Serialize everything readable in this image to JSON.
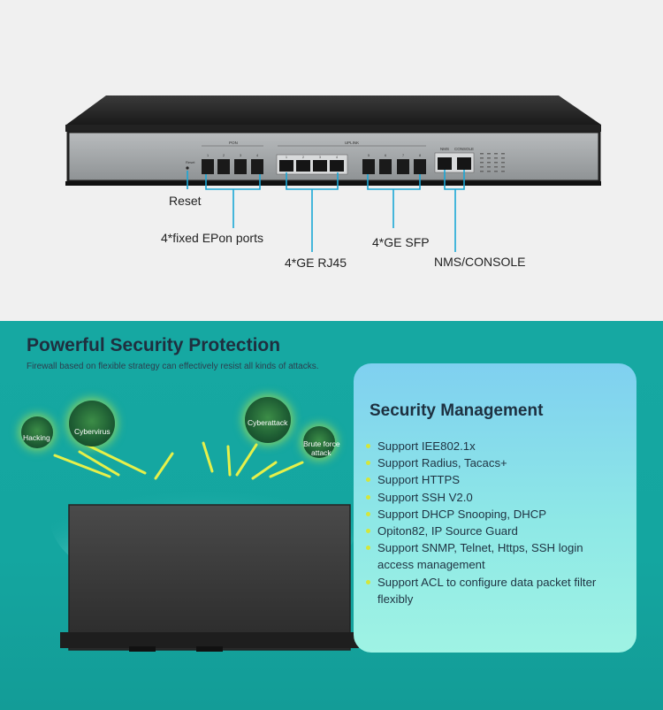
{
  "callouts": {
    "reset": "Reset",
    "epon": "4*fixed EPon ports",
    "rj45": "4*GE RJ45",
    "sfp": "4*GE SFP",
    "nms": "NMS/CONSOLE"
  },
  "panel_labels": {
    "reset_small": "Reset",
    "pon": "PON",
    "uplink": "UPLINK",
    "nms": "NMS",
    "console": "CONSOLE",
    "pon_ports": [
      "1",
      "2",
      "3",
      "4"
    ],
    "rj45_ports": [
      "1",
      "2",
      "3",
      "4"
    ],
    "sfp_ports": [
      "5",
      "6",
      "7",
      "8"
    ]
  },
  "section": {
    "title": "Powerful Security Protection",
    "subtitle": "Firewall based on flexible strategy can effectively resist all kinds of attacks."
  },
  "threats": {
    "hacking": "Hacking",
    "cybervirus": "Cybervirus",
    "cyberattack": "Cyberattack",
    "brute_line1": "Brute force",
    "brute_line2": "attack"
  },
  "security_card": {
    "title": "Security Management",
    "features": [
      "Support IEE802.1x",
      "Support Radius, Tacacs+",
      "Support HTTPS",
      "Support SSH V2.0",
      "Support DHCP Snooping, DHCP",
      "Opiton82, IP Source Guard",
      "Support SNMP, Telnet, Https, SSH login access management",
      "Support ACL to configure data packet filter flexibly"
    ]
  },
  "colors": {
    "teal_background": "#16a8a2",
    "card_gradient_top": "#7fd0f0",
    "card_gradient_bottom": "#9ff3e4",
    "bullet": "#d4e63a",
    "callout_line": "#1aa7d6",
    "glow": "#d2f03c"
  }
}
